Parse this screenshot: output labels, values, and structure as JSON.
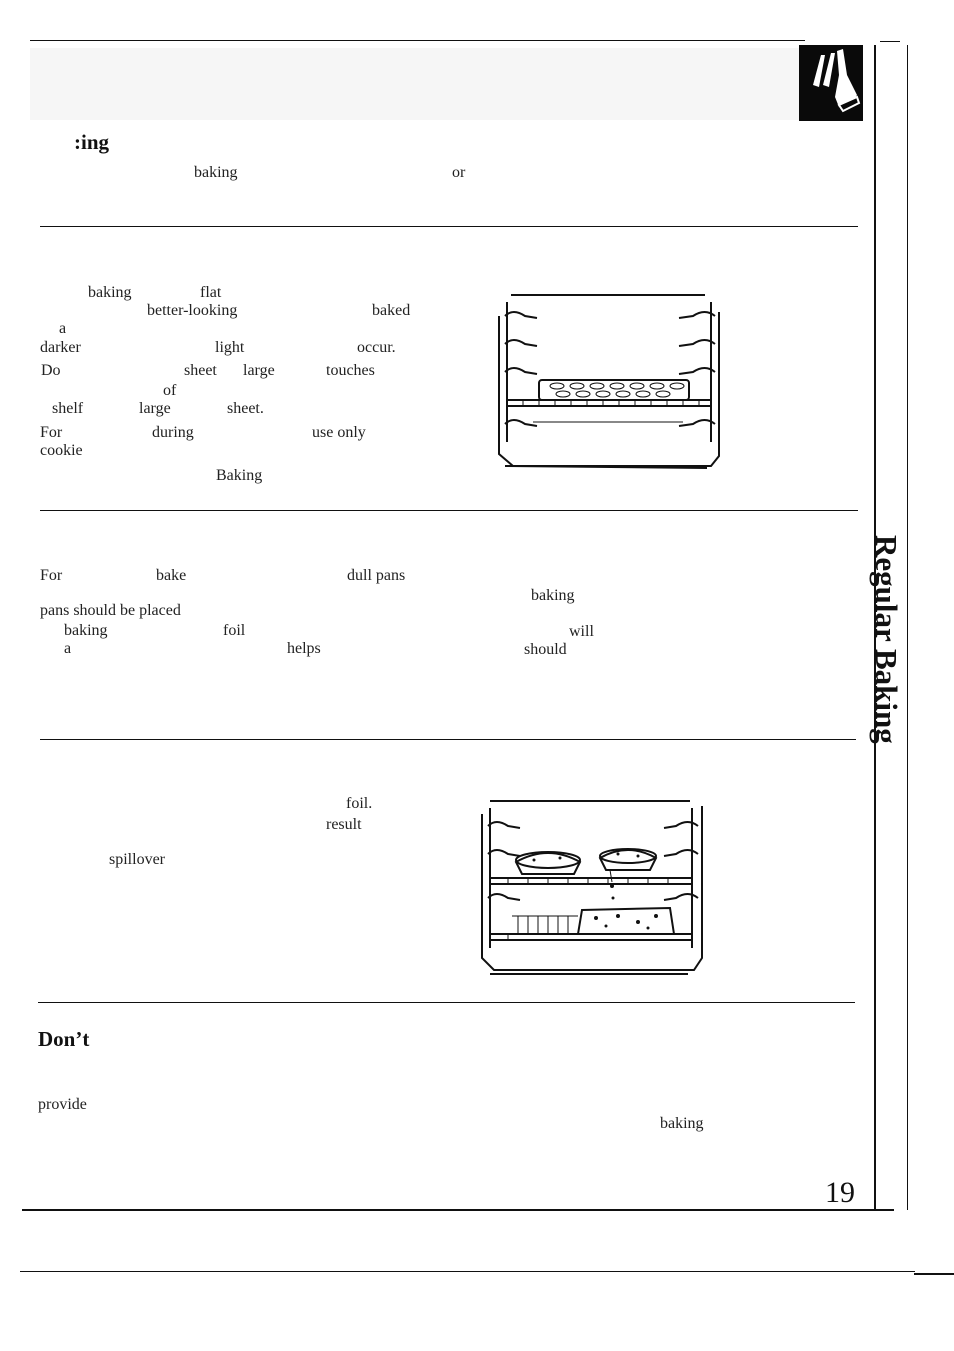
{
  "header": {
    "heading_fragment": ":ing",
    "words": [
      "baking",
      "or"
    ]
  },
  "section_cookie": {
    "words": [
      "baking",
      "flat",
      "better-looking",
      "baked",
      "a",
      "darker",
      "light",
      "occur.",
      "Do",
      "sheet",
      "large",
      "touches",
      "of",
      "shelf",
      "large",
      "sheet.",
      "For",
      "during",
      "use only",
      "cookie",
      "Baking"
    ]
  },
  "section_pans": {
    "words": [
      "For",
      "bake",
      "dull pans",
      "baking",
      "pans should be placed",
      "baking",
      "foil",
      "will",
      "a",
      "helps",
      "should"
    ]
  },
  "section_pies": {
    "words": [
      "foil.",
      "result",
      "spillover"
    ]
  },
  "section_dont": {
    "heading": "Don’t",
    "words": [
      "provide",
      "baking"
    ]
  },
  "sidebar": {
    "title": "Regular Baking"
  },
  "page_number": "19",
  "colors": {
    "ink": "#111111",
    "tab_black": "#0a0a0a",
    "band_gray": "#f6f6f6"
  },
  "icons": [
    "hand-touching-icon",
    "oven-cookie-sheet-illustration",
    "oven-pies-foil-illustration"
  ]
}
